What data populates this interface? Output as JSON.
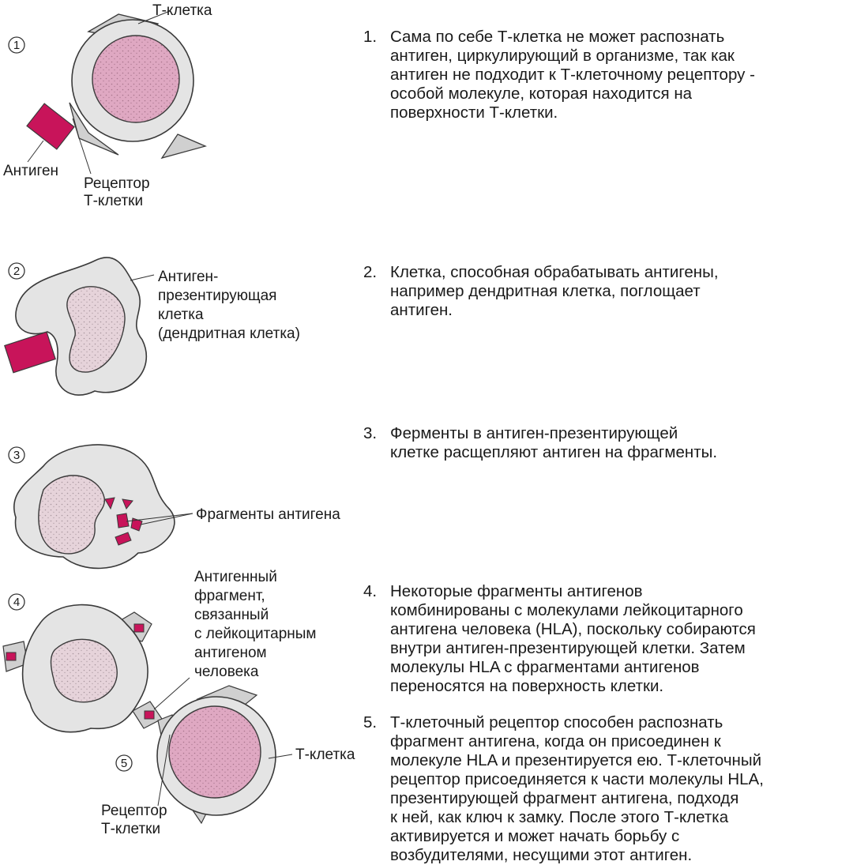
{
  "markers": [
    "①",
    "②",
    "③",
    "④",
    "⑤"
  ],
  "labels": {
    "t_cell_top": "Т-клетка",
    "antigen": "Антиген",
    "receptor_top": [
      "Рецептор",
      "Т-клетки"
    ],
    "apc": [
      "Антиген-",
      "презентирующая",
      "клетка",
      "(дендритная клетка)"
    ],
    "fragments": "Фрагменты антигена",
    "bound_fragment": [
      "Антигенный",
      "фрагмент,",
      "связанный",
      "с лейкоцитарным",
      "антигеном",
      "человека"
    ],
    "t_cell_bottom": "Т-клетка",
    "receptor_bottom": [
      "Рецептор",
      "Т-клетки"
    ]
  },
  "steps": [
    {
      "number": "1.",
      "text": "Сама по себе Т-клетка не может распознать\nантиген, циркулирующий в организме, так как\nантиген не подходит к Т-клеточному рецептору -\nособой молекуле, которая находится на\nповерхности Т-клетки."
    },
    {
      "number": "2.",
      "text": "Клетка, способная обрабатывать антигены,\nнапример дендритная клетка, поглощает\nантиген."
    },
    {
      "number": "3.",
      "text": "Ферменты в антиген-презентирующей\nклетке расщепляют антиген на фрагменты."
    },
    {
      "number": "4.",
      "text": "Некоторые фрагменты антигенов\nкомбинированы с молекулами лейкоцитарного\nантигена человека (HLA), поскольку собираются\nвнутри антиген-презентирующей клетки. Затем\nмолекулы HLA с фрагментами антигенов\nпереносятся на поверхность клетки."
    },
    {
      "number": "5.",
      "text": "Т-клеточный рецептор способен распознать\nфрагмент антигена, когда он присоединен к\nмолекуле HLA и презентируется ею. Т-клеточный\nрецептор присоединяется к части молекулы HLA,\nпрезентирующей фрагмент антигена, подходя\nк ней, как ключ к замку. После этого Т-клетка\nактивируется и может начать борьбу с\nвозбудителями, несущими этот антиген."
    }
  ],
  "colors": {
    "antigen": "#c8145a",
    "t_nucleus": "#dfa8c2",
    "apc_nucleus": "#e6d3da",
    "cytoplasm": "#e4e4e4",
    "receptor": "#d0d0d0",
    "outline": "#3a3a3a"
  }
}
